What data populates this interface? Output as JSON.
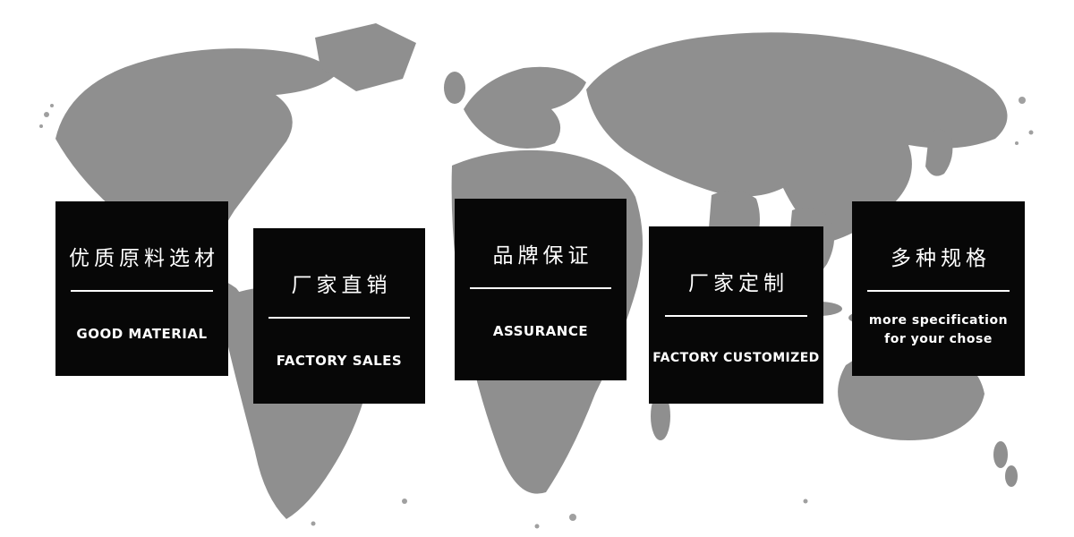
{
  "colors": {
    "map_gray": "#8f8f8f",
    "card_background": "#070707",
    "card_text": "#ffffff",
    "divider": "#ffffff"
  },
  "background": {
    "description": "distressed gray world map silhouette"
  },
  "cards": [
    {
      "id": "good-material",
      "title_cn": "优质原料选材",
      "subtitle_en": "GOOD MATERIAL"
    },
    {
      "id": "factory-sales",
      "title_cn": "厂家直销",
      "subtitle_en": "FACTORY SALES"
    },
    {
      "id": "assurance",
      "title_cn": "品牌保证",
      "subtitle_en": "ASSURANCE"
    },
    {
      "id": "factory-customized",
      "title_cn": "厂家定制",
      "subtitle_en": "FACTORY CUSTOMIZED"
    },
    {
      "id": "more-specification",
      "title_cn": "多种规格",
      "subtitle_en": "more specification\nfor your chose"
    }
  ]
}
